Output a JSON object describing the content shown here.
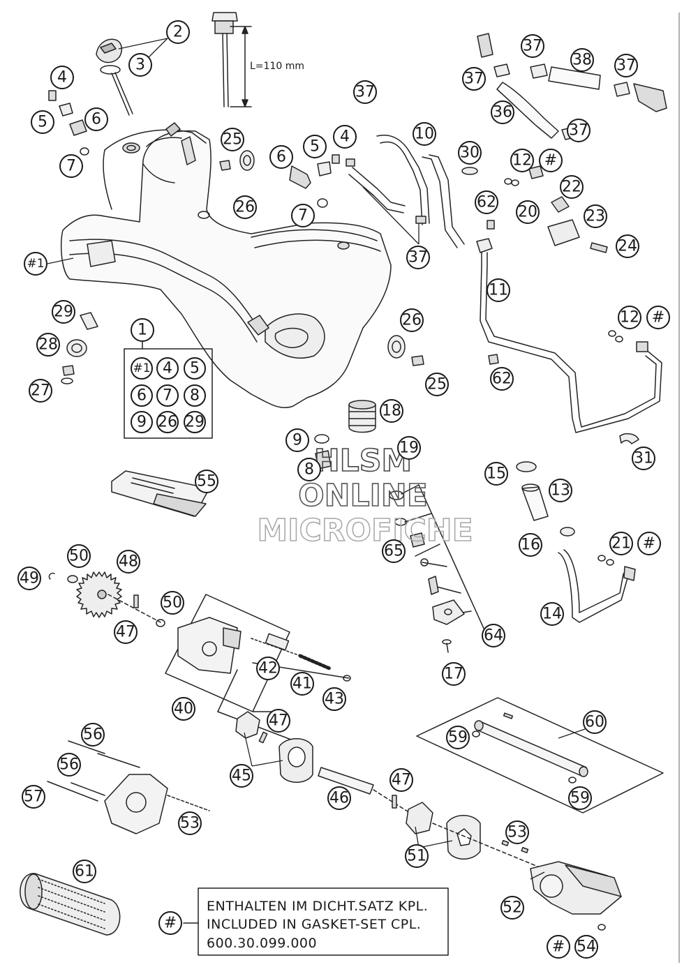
{
  "callouts": [
    {
      "label": "2"
    },
    {
      "label": "3"
    },
    {
      "label": "4"
    },
    {
      "label": "5"
    },
    {
      "label": "6"
    },
    {
      "label": "7"
    },
    {
      "label": "#1"
    },
    {
      "label": "25"
    },
    {
      "label": "26"
    },
    {
      "label": "6"
    },
    {
      "label": "5"
    },
    {
      "label": "4"
    },
    {
      "label": "7"
    },
    {
      "label": "37"
    },
    {
      "label": "10"
    },
    {
      "label": "37"
    },
    {
      "label": "37"
    },
    {
      "label": "38"
    },
    {
      "label": "37"
    },
    {
      "label": "37"
    },
    {
      "label": "36"
    },
    {
      "label": "37"
    },
    {
      "label": "30"
    },
    {
      "label": "12"
    },
    {
      "label": "#"
    },
    {
      "label": "22"
    },
    {
      "label": "20"
    },
    {
      "label": "62"
    },
    {
      "label": "23"
    },
    {
      "label": "24"
    },
    {
      "label": "11"
    },
    {
      "label": "29"
    },
    {
      "label": "1"
    },
    {
      "label": "28"
    },
    {
      "label": "27"
    },
    {
      "label": "26"
    },
    {
      "label": "25"
    },
    {
      "label": "12"
    },
    {
      "label": "#"
    },
    {
      "label": "62"
    },
    {
      "label": "18"
    },
    {
      "label": "9"
    },
    {
      "label": "19"
    },
    {
      "label": "8"
    },
    {
      "label": "31"
    },
    {
      "label": "55"
    },
    {
      "label": "15"
    },
    {
      "label": "13"
    },
    {
      "label": "65"
    },
    {
      "label": "16"
    },
    {
      "label": "21"
    },
    {
      "label": "#"
    },
    {
      "label": "50"
    },
    {
      "label": "48"
    },
    {
      "label": "49"
    },
    {
      "label": "50"
    },
    {
      "label": "47"
    },
    {
      "label": "14"
    },
    {
      "label": "64"
    },
    {
      "label": "42"
    },
    {
      "label": "41"
    },
    {
      "label": "43"
    },
    {
      "label": "17"
    },
    {
      "label": "40"
    },
    {
      "label": "47"
    },
    {
      "label": "60"
    },
    {
      "label": "59"
    },
    {
      "label": "56"
    },
    {
      "label": "56"
    },
    {
      "label": "45"
    },
    {
      "label": "47"
    },
    {
      "label": "57"
    },
    {
      "label": "46"
    },
    {
      "label": "59"
    },
    {
      "label": "53"
    },
    {
      "label": "53"
    },
    {
      "label": "51"
    },
    {
      "label": "61"
    },
    {
      "label": "52"
    },
    {
      "label": "#"
    },
    {
      "label": "#"
    },
    {
      "label": "54"
    }
  ],
  "kit_box": {
    "items": [
      {
        "label": "#1"
      },
      {
        "label": "4"
      },
      {
        "label": "5"
      },
      {
        "label": "6"
      },
      {
        "label": "7"
      },
      {
        "label": "8"
      },
      {
        "label": "9"
      },
      {
        "label": "26"
      },
      {
        "label": "29"
      }
    ]
  },
  "dipstick": {
    "dimension_label": "L=110 mm"
  },
  "note": {
    "lines": [
      "ENTHALTEN IM DICHT.SATZ KPL.",
      "INCLUDED IN GASKET-SET CPL.",
      "600.30.099.000"
    ]
  },
  "watermark": {
    "line1": "HLSM",
    "line2": "ONLINE",
    "line3": "MICROFICHE"
  }
}
